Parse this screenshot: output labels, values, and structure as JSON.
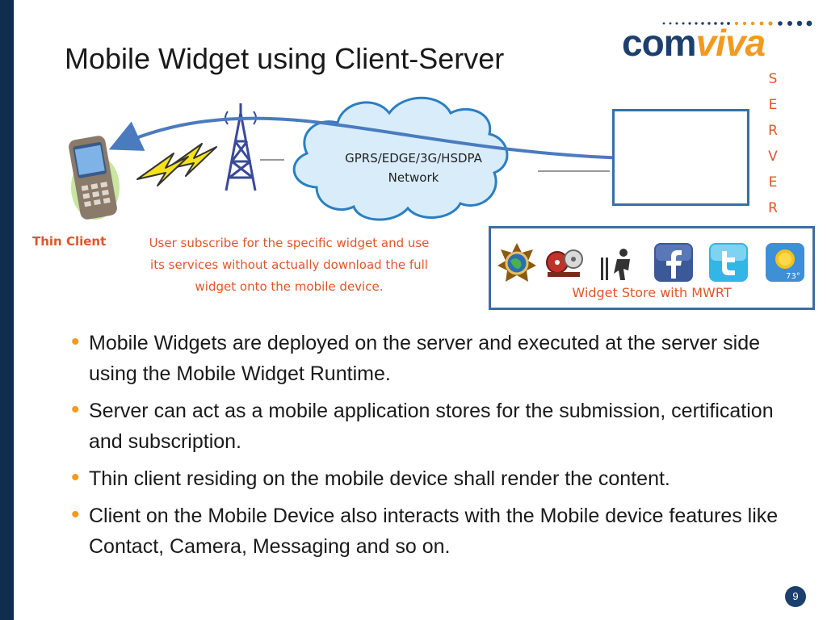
{
  "slide": {
    "title": "Mobile Widget using Client-Server",
    "logo": {
      "part1": "com",
      "part2": "viva"
    },
    "server_letters": [
      "S",
      "E",
      "R",
      "V",
      "E",
      "R"
    ],
    "cloud_label_line1": "GPRS/EDGE/3G/HSDPA",
    "cloud_label_line2": "Network",
    "thin_client_label": "Thin Client",
    "subscribe_note": "User subscribe for the specific widget and use its services without actually download the full widget onto the mobile device.",
    "widget_store_label": "Widget Store with MWRT",
    "weather_temp": "73°",
    "bullets": [
      "Mobile Widgets are deployed on the server and executed at the server side using the Mobile Widget Runtime.",
      "Server can act as a mobile application stores for the submission, certification and subscription.",
      "Thin client residing on the mobile device shall render the content.",
      "Client on the Mobile Device also interacts with the Mobile device features like Contact, Camera, Messaging and so on."
    ],
    "page_number": "9"
  },
  "colors": {
    "navy": "#0f2d4f",
    "brand_blue": "#1c3f6e",
    "brand_orange": "#f29a1f",
    "accent_orange": "#e0552a",
    "line_blue": "#3a6ea5"
  },
  "icons": [
    "mobile-phone-icon",
    "lightning-icon",
    "cell-tower-icon",
    "cloud-icon",
    "server-tower-icon",
    "monitor-icon",
    "globe-widget-icon",
    "film-reel-icon",
    "person-widget-icon",
    "facebook-icon",
    "twitter-icon",
    "weather-icon"
  ]
}
